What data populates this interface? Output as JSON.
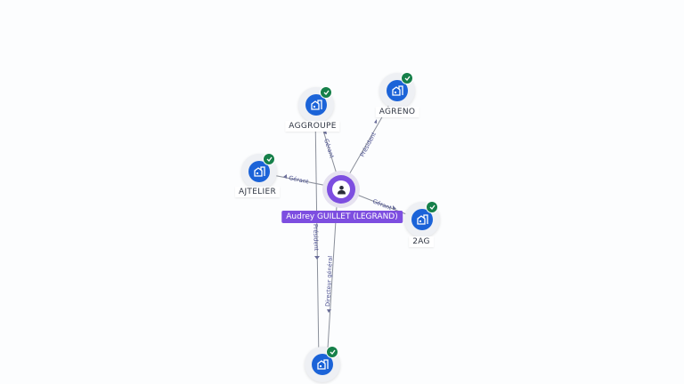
{
  "center": {
    "name": "Audrey GUILLET (LEGRAND)",
    "icon": "person-icon",
    "color": "#7d4ee0"
  },
  "companies": [
    {
      "id": "aggroupe",
      "name": "AGGROUPE",
      "icon": "building-icon",
      "verified": true
    },
    {
      "id": "agreno",
      "name": "AGRENO",
      "icon": "building-icon",
      "verified": true
    },
    {
      "id": "ajtelier",
      "name": "AJTELIER",
      "icon": "building-icon",
      "verified": true
    },
    {
      "id": "2ag",
      "name": "2AG",
      "icon": "building-icon",
      "verified": true
    },
    {
      "id": "bottom",
      "name": "",
      "icon": "building-icon",
      "verified": true
    }
  ],
  "relations": [
    {
      "to": "aggroupe",
      "role": "Gérant"
    },
    {
      "to": "agreno",
      "role": "Président"
    },
    {
      "to": "ajtelier",
      "role": "Gérant"
    },
    {
      "to": "2ag",
      "role": "Gérant"
    },
    {
      "to": "bottom",
      "role": "Directeur général"
    },
    {
      "to": "bottom",
      "role": "Président"
    }
  ],
  "colors": {
    "company": "#1b63d8",
    "verified": "#16804a",
    "edge": "#7a7f8c",
    "edge_label": "#4a4f8f"
  }
}
